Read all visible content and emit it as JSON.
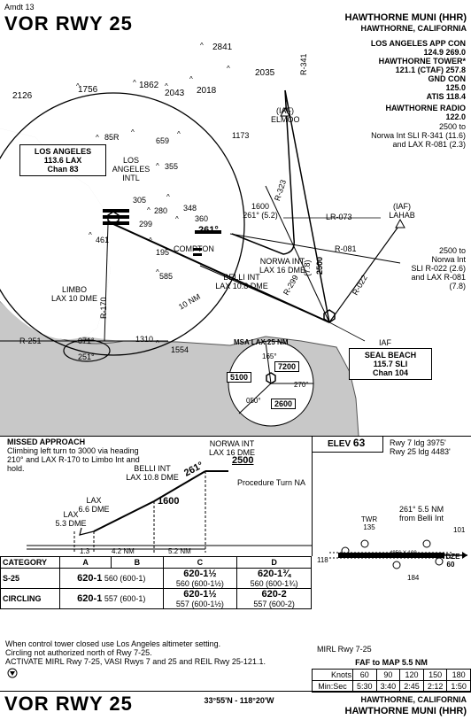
{
  "header": {
    "amendment": "Amdt 13",
    "procedure": "VOR RWY 25",
    "airport_name": "HAWTHORNE MUNI",
    "airport_id": "(HHR)",
    "city": "HAWTHORNE, CALIFORNIA"
  },
  "comms": [
    {
      "label": "LOS ANGELES APP CON",
      "freq": "124.9  269.0"
    },
    {
      "label": "HAWTHORNE TOWER*",
      "freq": "121.1 (CTAF)  257.8"
    },
    {
      "label": "GND CON",
      "freq": "125.0"
    },
    {
      "label": "",
      "freq": "ATIS 118.4"
    },
    {
      "label": "HAWTHORNE RADIO",
      "freq": "122.0"
    }
  ],
  "plan": {
    "elevations": [
      "2841",
      "1756",
      "2126",
      "1862",
      "2043",
      "2018",
      "2035",
      "1173",
      "659",
      "355",
      "305",
      "280",
      "348",
      "299",
      "360",
      "195",
      "585",
      "1554",
      "1310",
      "461"
    ],
    "lax_box": {
      "name": "LOS ANGELES",
      "freq": "113.6 LAX",
      "chan": "Chan 83"
    },
    "seal_box": {
      "name": "SEAL BEACH",
      "freq": "115.7 SLI",
      "chan": "Chan 104"
    },
    "labels": {
      "lax_intl": "LOS ANGELES INTL",
      "b5r": "85R",
      "elmoo": "(IAF)\nELMOO",
      "lahab": "(IAF)\nLAHAB",
      "r341": "R-341",
      "r323": "R-323",
      "r073": "LR-073",
      "r081": "R-081",
      "r022": "R-022",
      "r299": "R-299",
      "r251": "R-251",
      "r170": "R-170",
      "course261": "261°",
      "course251": "251°",
      "compton": "COMPTON",
      "norwa": "NORWA INT\nLAX 16 DME",
      "belli": "BELLI INT\nLAX 10.8 DME",
      "limbo": "LIMBO\nLAX 10 DME",
      "ten_nm": "10 NM",
      "fix1600": "1600\n261° (5.2)",
      "elmoo_note": "2500 to\nNorwa Int SLI R-341 (11.6)\nand LAX R-081 (2.3)",
      "lahab_note": "2500 to\nNorwa Int\nSLI R-022 (2.6)\nand LAX R-081\n(7.8)",
      "r299_alt": "2500",
      "r299_dist": "(7.8)",
      "iaf": "IAF",
      "msa_title": "MSA LAX 25 NM",
      "msa_7200": "7200",
      "msa_5100": "5100",
      "msa_2600": "2600",
      "msa_165": "165°",
      "msa_270": "270°",
      "msa_050": "050°",
      "d071": "071°"
    }
  },
  "missed": {
    "title": "MISSED APPROACH",
    "text": "Climbing left turn to 3000 via heading 210° and LAX R-170 to Limbo Int and hold."
  },
  "profile": {
    "norwa": "NORWA INT\nLAX 16 DME",
    "norwa_alt": "2500",
    "belli": "BELLI INT\nLAX 10.8 DME",
    "belli_alt": "1600",
    "lax66": "LAX\n6.6 DME",
    "lax53": "LAX\n5.3 DME",
    "course": "261°",
    "pt": "Procedure Turn NA",
    "seg1": "1.3",
    "seg2": "4.2 NM",
    "seg3": "5.2 NM"
  },
  "aerodrome": {
    "elev_label": "ELEV",
    "elev": "63",
    "rwy7": "Rwy 7 ldg 3975'",
    "rwy25": "Rwy 25 ldg 4483'",
    "twr": "TWR\n135",
    "belli_note": "261° 5.5 NM\nfrom Belli Int",
    "rwy_dims": "4956 X 100",
    "tdze": "TDZE\n60",
    "e101": "101",
    "e118": "118",
    "e184": "184",
    "mirl": "MIRL Rwy 7-25"
  },
  "minimums": {
    "headers": [
      "CATEGORY",
      "A",
      "B",
      "C",
      "D"
    ],
    "rows": [
      {
        "cat": "S-25",
        "ab_main": "620-1",
        "ab_sub": "560 (600-1)",
        "c_main": "620-1½",
        "c_sub": "560 (600-1½)",
        "d_main": "620-1¾",
        "d_sub": "560 (600-1¾)"
      },
      {
        "cat": "CIRCLING",
        "ab_main": "620-1",
        "ab_sub": "557 (600-1)",
        "c_main": "620-1½",
        "c_sub": "557 (600-1½)",
        "d_main": "620-2",
        "d_sub": "557 (600-2)"
      }
    ]
  },
  "notes": [
    "When control tower closed use Los Angeles altimeter setting.",
    "Circling not authorized north of Rwy 7-25.",
    "ACTIVATE MIRL Rwy 7-25, VASI Rwys 7 and 25 and REIL Rwy 25-121.1."
  ],
  "faf": {
    "title": "FAF to MAP 5.5 NM",
    "knots_label": "Knots",
    "knots": [
      "60",
      "90",
      "120",
      "150",
      "180"
    ],
    "min_label": "Min:Sec",
    "times": [
      "5:30",
      "3:40",
      "2:45",
      "2:12",
      "1:50"
    ]
  },
  "footer": {
    "procedure": "VOR RWY 25",
    "coords": "33°55'N - 118°20'W",
    "city": "HAWTHORNE, CALIFORNIA",
    "airport": "HAWTHORNE MUNI (HHR)"
  }
}
